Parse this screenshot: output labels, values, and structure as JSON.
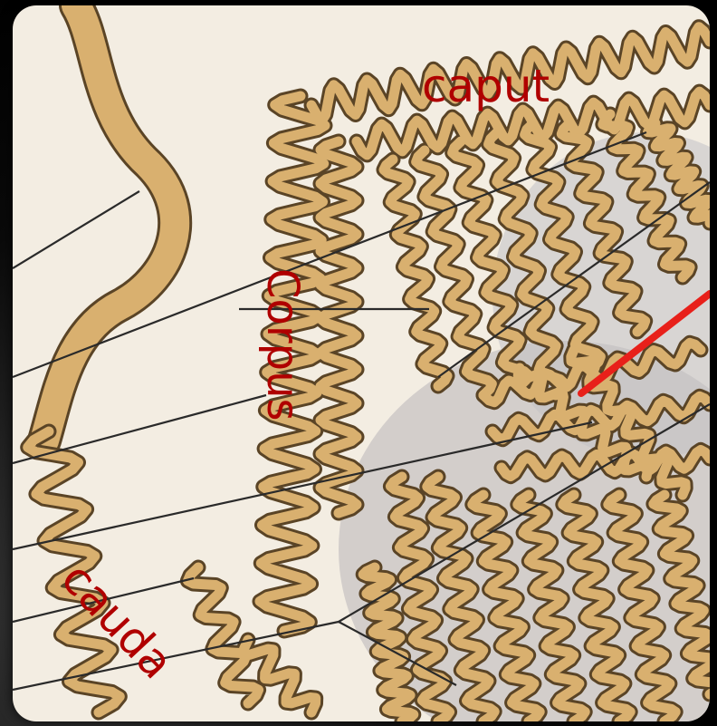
{
  "diagram": {
    "labels": {
      "caput": "caput",
      "corpus": "Corpus",
      "cauda": "cauda"
    },
    "colors": {
      "background": "#000000",
      "paper": "#f3ede2",
      "tubule_fill": "#d9b06f",
      "tubule_outline": "#5a4426",
      "label_text": "#b00000",
      "pointer_red": "#e8201a",
      "leader_line": "#2a2a2a",
      "shadow_disc": "#bdbabb"
    }
  }
}
